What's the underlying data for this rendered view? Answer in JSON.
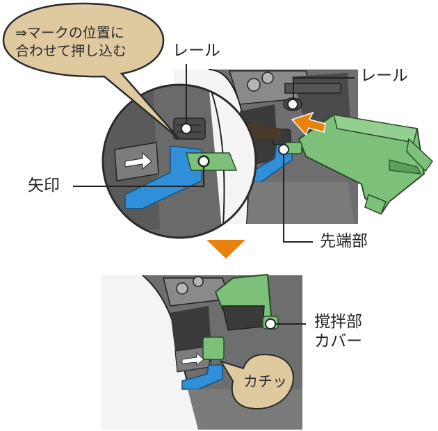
{
  "labels": {
    "rail_zoom": "レール",
    "rail_main": "レール",
    "arrow_mark": "矢印",
    "tip_part": "先端部",
    "stirrer_cover_line1": "撹拌部",
    "stirrer_cover_line2": "カバー"
  },
  "bubbles": {
    "instruction_line1": "⇒マークの位置に",
    "instruction_line2": "合わせて押し込む",
    "click_sound": "カチッ"
  },
  "colors": {
    "part_green": "#7dc07a",
    "rail_blue": "#2f8fd8",
    "push_orange": "#e8820c",
    "bubble_fill": "#dfcaa0",
    "machine_gray": "#6e6e6e"
  }
}
